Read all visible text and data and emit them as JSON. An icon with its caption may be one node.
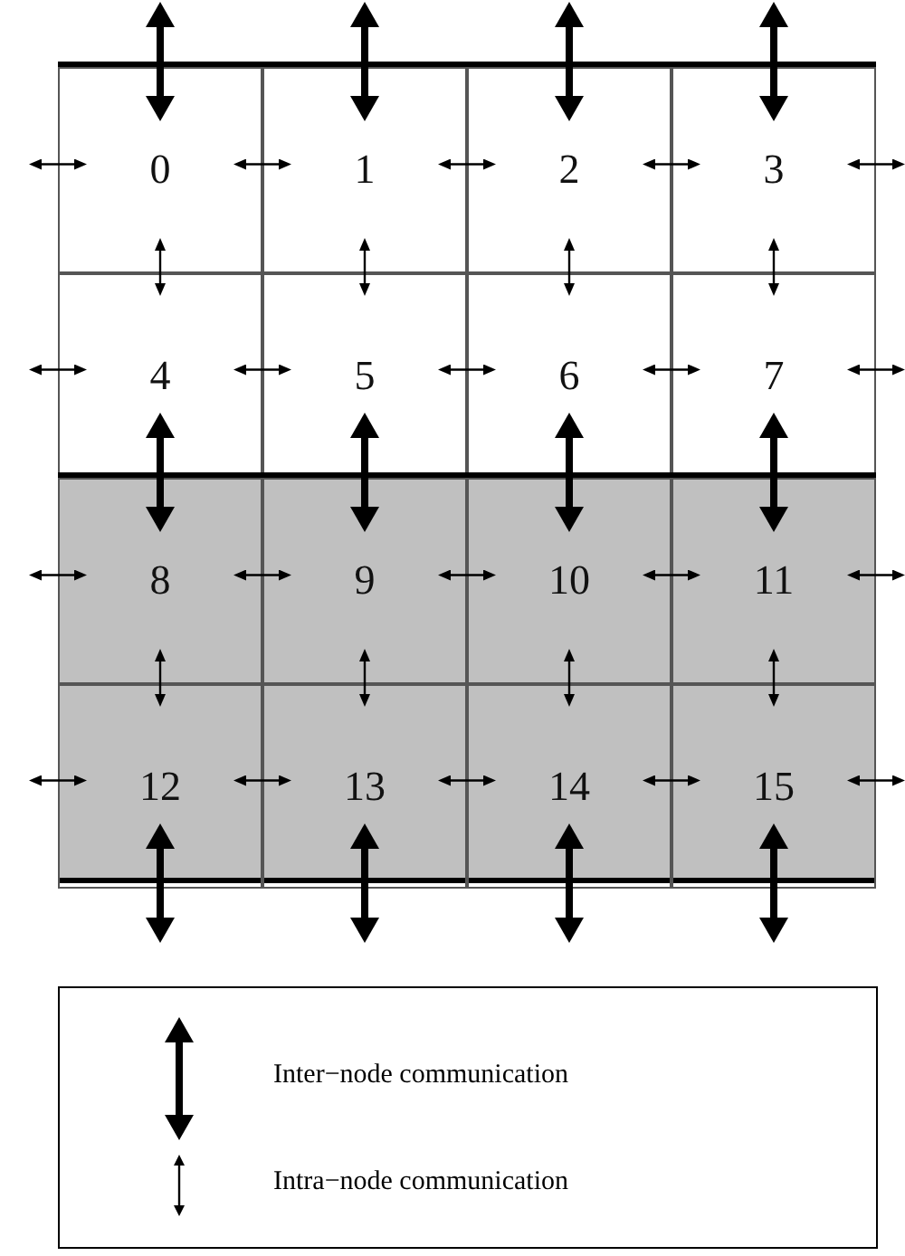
{
  "diagram": {
    "nodes": [
      {
        "text": [],
        "shape": "box"
      },
      {
        "text": [
          "0"
        ],
        "in": 0
      },
      {
        "text": [
          "1"
        ],
        "in": 0
      },
      {
        "text": [
          "2"
        ],
        "in": 0
      },
      {
        "text": [
          "3"
        ],
        "in": 0
      },
      {
        "text": [
          "4"
        ],
        "in": 0
      },
      {
        "text": [
          "5"
        ],
        "in": 0
      },
      {
        "text": [
          "6"
        ],
        "in": 0
      },
      {
        "text": [
          "7"
        ],
        "in": 0
      },
      {
        "text": [],
        "shape": "box"
      },
      {
        "text": [
          "8"
        ],
        "in": 9
      },
      {
        "text": [
          "9"
        ],
        "in": 9
      },
      {
        "text": [
          "10"
        ],
        "in": 9
      },
      {
        "text": [
          "11"
        ],
        "in": 9
      },
      {
        "text": [
          "12"
        ],
        "in": 9
      },
      {
        "text": [
          "13"
        ],
        "in": 9
      },
      {
        "text": [
          "14"
        ],
        "in": 9
      },
      {
        "text": [
          "15"
        ],
        "in": 9
      }
    ],
    "edges": [
      {
        "from": null,
        "to": 1,
        "arrow": "both",
        "style": "thick"
      },
      {
        "from": null,
        "to": 2,
        "arrow": "both",
        "style": "thick"
      },
      {
        "from": null,
        "to": 3,
        "arrow": "both",
        "style": "thick"
      },
      {
        "from": null,
        "to": 4,
        "arrow": "both",
        "style": "thick"
      },
      {
        "from": null,
        "to": 1,
        "arrow": "both"
      },
      {
        "from": 1,
        "to": 2,
        "arrow": "both"
      },
      {
        "from": 2,
        "to": 3,
        "arrow": "both"
      },
      {
        "from": 3,
        "to": 4,
        "arrow": "both"
      },
      {
        "from": 4,
        "to": null,
        "arrow": "both"
      },
      {
        "from": 1,
        "to": 5,
        "arrow": "both"
      },
      {
        "from": 2,
        "to": 6,
        "arrow": "both"
      },
      {
        "from": 3,
        "to": 7,
        "arrow": "both"
      },
      {
        "from": 4,
        "to": 8,
        "arrow": "both"
      },
      {
        "from": null,
        "to": 5,
        "arrow": "both"
      },
      {
        "from": 5,
        "to": 6,
        "arrow": "both"
      },
      {
        "from": 6,
        "to": 7,
        "arrow": "both"
      },
      {
        "from": 7,
        "to": 8,
        "arrow": "both"
      },
      {
        "from": 8,
        "to": null,
        "arrow": "both"
      },
      {
        "from": 5,
        "to": 10,
        "arrow": "both",
        "style": "thick"
      },
      {
        "from": 6,
        "to": 11,
        "arrow": "both",
        "style": "thick"
      },
      {
        "from": 7,
        "to": 12,
        "arrow": "both",
        "style": "thick"
      },
      {
        "from": 8,
        "to": 13,
        "arrow": "both",
        "style": "thick"
      },
      {
        "from": null,
        "to": 10,
        "arrow": "both"
      },
      {
        "from": 10,
        "to": 11,
        "arrow": "both"
      },
      {
        "from": 11,
        "to": 12,
        "arrow": "both"
      },
      {
        "from": 12,
        "to": 13,
        "arrow": "both"
      },
      {
        "from": 13,
        "to": null,
        "arrow": "both"
      },
      {
        "from": 10,
        "to": 14,
        "arrow": "both"
      },
      {
        "from": 11,
        "to": 15,
        "arrow": "both"
      },
      {
        "from": 12,
        "to": 16,
        "arrow": "both"
      },
      {
        "from": 13,
        "to": 17,
        "arrow": "both"
      },
      {
        "from": null,
        "to": 14,
        "arrow": "both"
      },
      {
        "from": 14,
        "to": 15,
        "arrow": "both"
      },
      {
        "from": 15,
        "to": 16,
        "arrow": "both"
      },
      {
        "from": 16,
        "to": 17,
        "arrow": "both"
      },
      {
        "from": 17,
        "to": null,
        "arrow": "both"
      },
      {
        "from": 14,
        "to": null,
        "arrow": "both",
        "style": "thick"
      },
      {
        "from": 15,
        "to": null,
        "arrow": "both",
        "style": "thick"
      },
      {
        "from": 16,
        "to": null,
        "arrow": "both",
        "style": "thick"
      },
      {
        "from": 17,
        "to": null,
        "arrow": "both",
        "style": "thick"
      }
    ],
    "legend": [
      {
        "text": "Inter−node communication"
      },
      {
        "text": "Intra−node communication"
      }
    ]
  }
}
